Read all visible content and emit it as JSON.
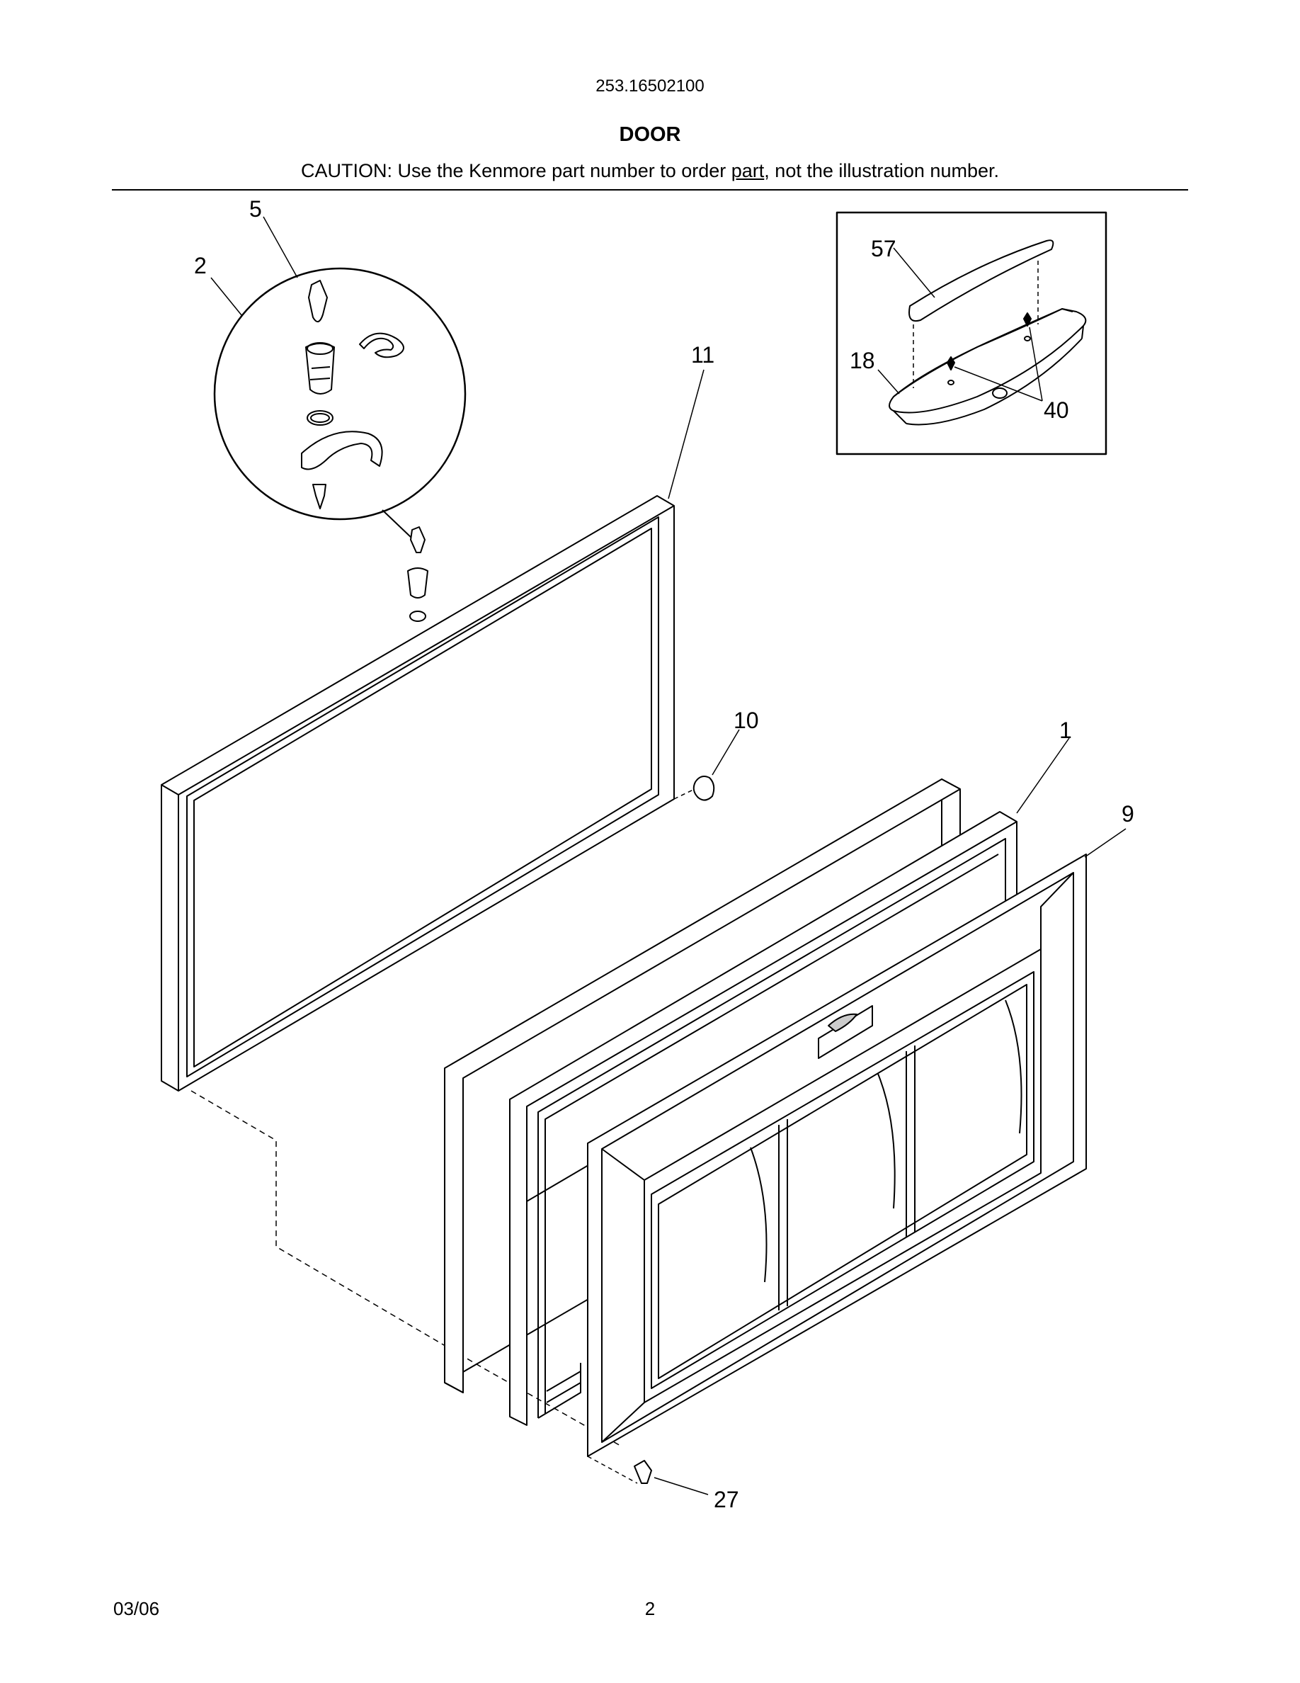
{
  "header": {
    "model_number": "253.16502100",
    "title": "DOOR",
    "caution_before": "CAUTION: Use the Kenmore part number to order ",
    "caution_underlined": "part",
    "caution_after": ", not the illustration number."
  },
  "callouts": {
    "c5": "5",
    "c2": "2",
    "c11": "11",
    "c57": "57",
    "c18": "18",
    "c40": "40",
    "c10": "10",
    "c1": "1",
    "c9": "9",
    "c27": "27"
  },
  "footer": {
    "date": "03/06",
    "page": "2"
  }
}
